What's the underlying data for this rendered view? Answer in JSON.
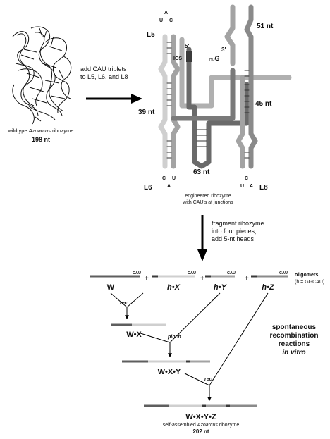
{
  "wildtype": {
    "label_prefix": "wildtype ",
    "label_species": "Azoarcus",
    "label_suffix": " ribozyme",
    "length": "198 nt"
  },
  "step1": {
    "line1": "add CAU triplets",
    "line2": "to L5, L6, and L8"
  },
  "engineered": {
    "loops": {
      "l5": "L5",
      "l6": "L6",
      "l8": "L8"
    },
    "lengths": {
      "nt51": "51 nt",
      "nt39": "39 nt",
      "nt45": "45 nt",
      "nt63": "63 nt"
    },
    "igs": "IGS",
    "end5": "5′",
    "end3": "3′",
    "hog_small": "HO",
    "hog_big": "G",
    "bases": {
      "u": "U",
      "c": "C",
      "a": "A"
    },
    "caption_line1": "engineered ribozyme",
    "caption_line2": "with CAU's at junctions"
  },
  "step2": {
    "line1": "fragment ribozyme",
    "line2": "into four pieces;",
    "line3": "add 5-nt heads"
  },
  "fragments": {
    "cau": "CAU",
    "plus": "+",
    "w": "W",
    "hx": "h•X",
    "hy": "h•Y",
    "hz": "h•Z",
    "oligomers": "oligomers",
    "h_def": "(h = GGCAU)"
  },
  "products": {
    "wx": "W•X",
    "wxy": "W•X•Y",
    "wxyz": "W•X•Y•Z"
  },
  "reaction_labels": {
    "rec1": "rec",
    "pinch": "pinch",
    "rec2": "rec"
  },
  "spontaneous": {
    "line1": "spontaneous",
    "line2": "recombination",
    "line3": "reactions",
    "line4": "in vitro"
  },
  "assembled": {
    "caption_prefix": "self-assembled ",
    "caption_species": "Azoarcus",
    "caption_suffix": " ribozyme",
    "length": "202 nt"
  },
  "colors": {
    "w": "#5e5e5e",
    "x": "#cfcfcf",
    "y": "#a3a3a3",
    "z": "#8a8a8a",
    "igs": "#3a3a3a",
    "arrow": "#000000"
  }
}
